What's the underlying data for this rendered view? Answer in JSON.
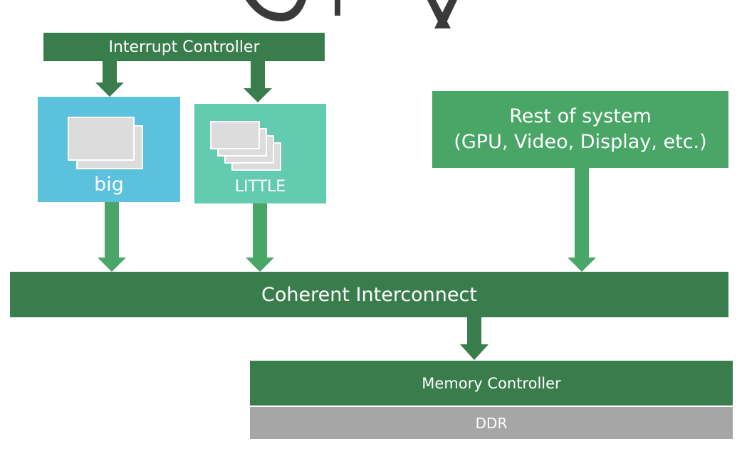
{
  "colors": {
    "dark_green": "#3a7d4d",
    "mid_green": "#4aa667",
    "arrow_green": "#4aa667",
    "big_blue": "#5bc1dc",
    "little_teal": "#62cbb0",
    "ddr_gray": "#a6a6a6",
    "core_gray": "#dcdcdc"
  },
  "interrupt_controller": {
    "label": "Interrupt Controller"
  },
  "big_cluster": {
    "label": "big",
    "icon": "big-core-stack-icon"
  },
  "little_cluster": {
    "label": "LITTLE",
    "icon": "little-core-stack-icon"
  },
  "rest_of_system": {
    "line1": "Rest of system",
    "line2": "(GPU, Video, Display, etc.)"
  },
  "coherent_interconnect": {
    "label": "Coherent Interconnect"
  },
  "memory_controller": {
    "label": "Memory Controller"
  },
  "ddr": {
    "label": "DDR"
  }
}
